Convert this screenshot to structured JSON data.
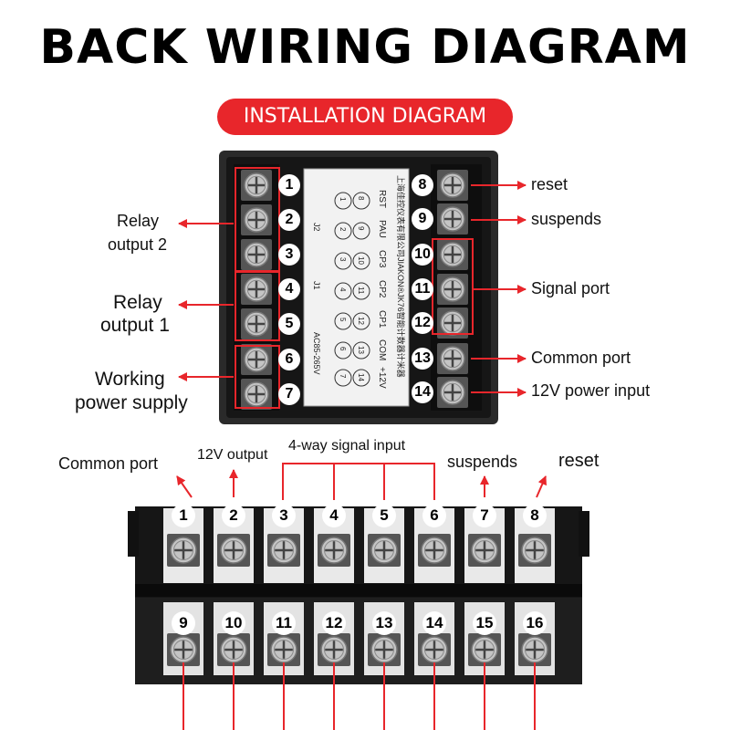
{
  "header": {
    "title": "BACK WIRING DIAGRAM",
    "subtitle": "INSTALLATION DIAGRAM"
  },
  "colors": {
    "accent": "#e8262b",
    "panel": "#1a1a1a",
    "screw": "#b8b8b8"
  },
  "controller": {
    "left_terminals": [
      "1",
      "2",
      "3",
      "4",
      "5",
      "6",
      "7"
    ],
    "right_terminals": [
      "8",
      "9",
      "10",
      "11",
      "12",
      "13",
      "14"
    ],
    "left_labels": {
      "relay2_line1": "Relay",
      "relay2_line2": "output 2",
      "relay1_line1": "Relay",
      "relay1_line2": "output 1",
      "power_line1": "Working",
      "power_line2": "power supply"
    },
    "right_labels": {
      "t8": "reset",
      "t9": "suspends",
      "signal": "Signal port",
      "t13": "Common port",
      "t14": "12V power input"
    },
    "sticker": {
      "model_text": "上海佳控仪表有限公司JIAKON®JK76智能计数器计米器",
      "pin_labels": [
        "RST",
        "PAU",
        "CP3",
        "CP2",
        "CP1",
        "COM",
        "+12V"
      ],
      "j_labels": [
        "J2",
        "J1"
      ],
      "voltage": "AC85-265V",
      "col_left": [
        "1",
        "2",
        "3",
        "4",
        "5",
        "6",
        "7"
      ],
      "col_right": [
        "8",
        "9",
        "10",
        "11",
        "12",
        "13",
        "14"
      ]
    }
  },
  "terminal_block": {
    "top_numbers": [
      "1",
      "2",
      "3",
      "4",
      "5",
      "6",
      "7",
      "8"
    ],
    "bottom_numbers": [
      "9",
      "10",
      "11",
      "12",
      "13",
      "14",
      "15",
      "16"
    ],
    "labels": {
      "common": "Common port",
      "v12": "12V output",
      "signal": "4-way signal input",
      "suspends": "suspends",
      "reset": "reset"
    }
  }
}
